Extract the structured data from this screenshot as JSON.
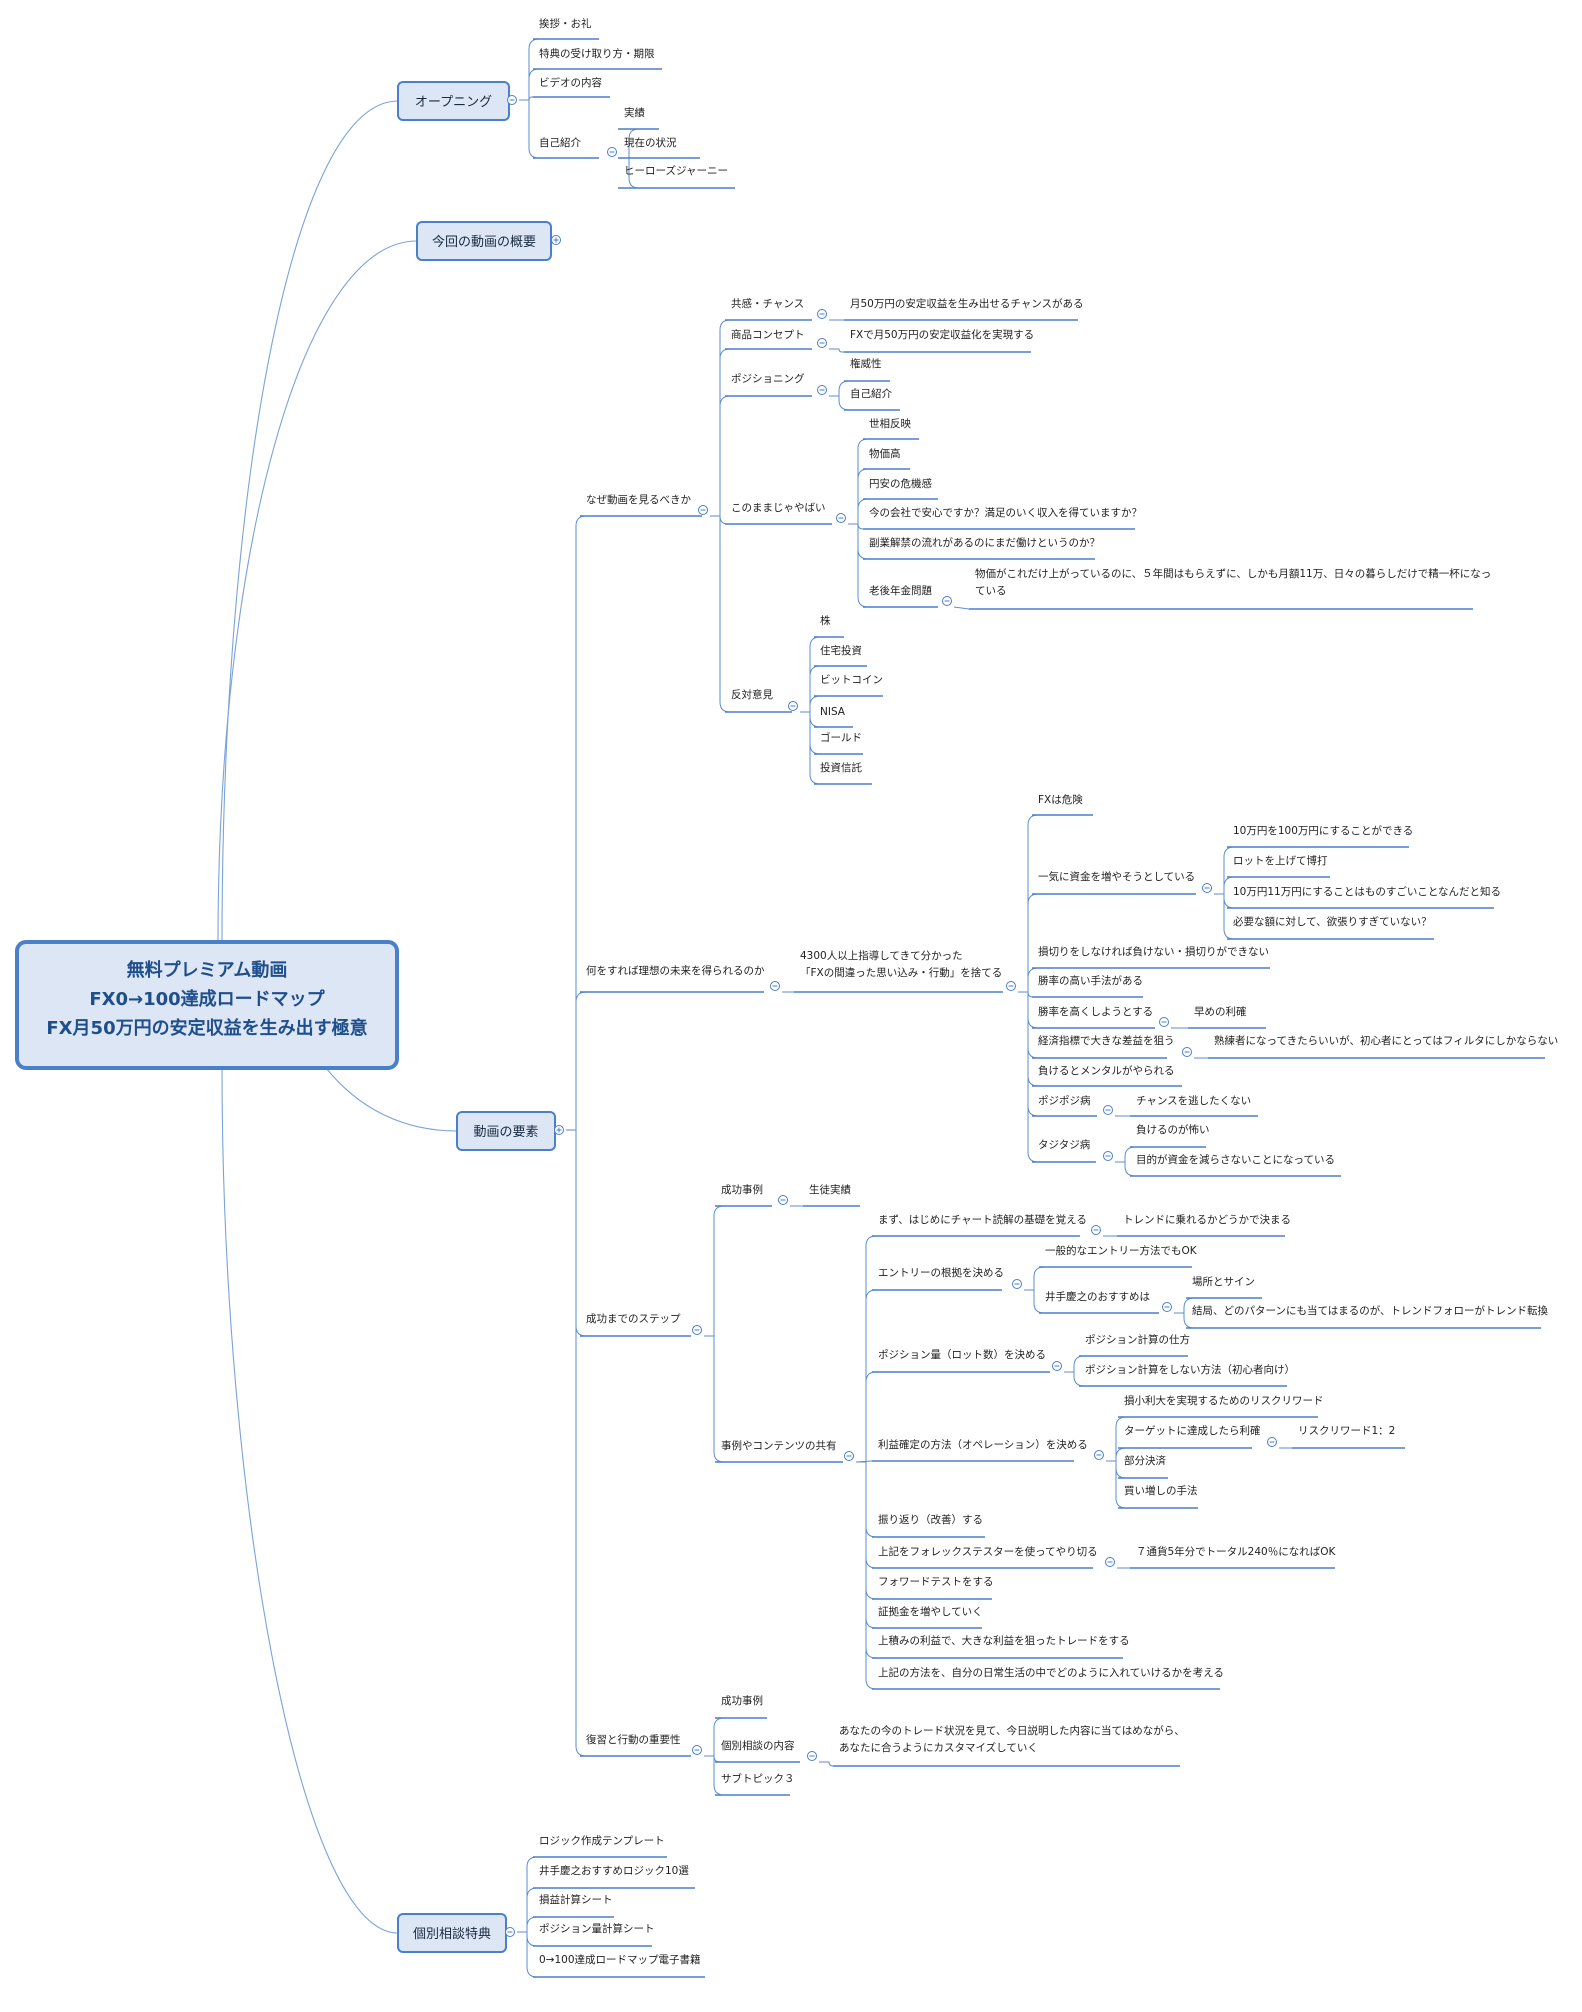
{
  "central": [
    "無料プレミアム動画",
    "FX0→100達成ロードマップ",
    "FX月50万円の安定収益を生み出す極意"
  ],
  "nodes": [
    {
      "id": "t1",
      "t": "オープニング",
      "topic": true
    },
    {
      "id": "t1a",
      "t": "挨拶・お礼"
    },
    {
      "id": "t1b",
      "t": "特典の受け取り方・期限"
    },
    {
      "id": "t1c",
      "t": "ビデオの内容"
    },
    {
      "id": "t1d",
      "t": "自己紹介"
    },
    {
      "id": "t1d1",
      "t": "実績"
    },
    {
      "id": "t1d2",
      "t": "現在の状況"
    },
    {
      "id": "t1d3",
      "t": "ヒーローズジャーニー"
    },
    {
      "id": "t2",
      "t": "今回の動画の概要",
      "topic": true
    },
    {
      "id": "t3",
      "t": "動画の要素",
      "topic": true
    },
    {
      "id": "s1",
      "t": "なぜ動画を見るべきか"
    },
    {
      "id": "s1a",
      "t": "共感・チャンス"
    },
    {
      "id": "s1a1",
      "t": "月50万円の安定収益を生み出せるチャンスがある"
    },
    {
      "id": "s1b",
      "t": "商品コンセプト"
    },
    {
      "id": "s1b1",
      "t": "FXで月50万円の安定収益化を実現する"
    },
    {
      "id": "s1c",
      "t": "ポジショニング"
    },
    {
      "id": "s1c1",
      "t": "権威性"
    },
    {
      "id": "s1c2",
      "t": "自己紹介"
    },
    {
      "id": "s1d",
      "t": "このままじゃやばい"
    },
    {
      "id": "s1d1",
      "t": "世相反映"
    },
    {
      "id": "s1d2",
      "t": "物価高"
    },
    {
      "id": "s1d3",
      "t": "円安の危機感"
    },
    {
      "id": "s1d4",
      "t": "今の会社で安心ですか？満足のいく収入を得ていますか？"
    },
    {
      "id": "s1d5",
      "t": "副業解禁の流れがあるのにまだ働けというのか？"
    },
    {
      "id": "s1d6",
      "t": "老後年金問題"
    },
    {
      "id": "s1d6a",
      "t": "物価がこれだけ上がっているのに、５年間はもらえずに、しかも月額11万、日々の暮らしだけで精一杯になっている"
    },
    {
      "id": "s1e",
      "t": "反対意見"
    },
    {
      "id": "s1e1",
      "t": "株"
    },
    {
      "id": "s1e2",
      "t": "住宅投資"
    },
    {
      "id": "s1e3",
      "t": "ビットコイン"
    },
    {
      "id": "s1e4",
      "t": "NISA"
    },
    {
      "id": "s1e5",
      "t": "ゴールド"
    },
    {
      "id": "s1e6",
      "t": "投資信託"
    },
    {
      "id": "s2",
      "t": "何をすれば理想の未来を得られるのか"
    },
    {
      "id": "s2a",
      "t": "4300人以上指導してきて分かった「FXの間違った思い込み・行動」を捨てる"
    },
    {
      "id": "m1",
      "t": "FXは危険"
    },
    {
      "id": "m2",
      "t": "一気に資金を増やそうとしている"
    },
    {
      "id": "m2a",
      "t": "10万円を100万円にすることができる"
    },
    {
      "id": "m2b",
      "t": "ロットを上げて博打"
    },
    {
      "id": "m2c",
      "t": "10万円11万円にすることはものすごいことなんだと知る"
    },
    {
      "id": "m2d",
      "t": "必要な額に対して、欲張りすぎていない？"
    },
    {
      "id": "m3",
      "t": "損切りをしなければ負けない・損切りができない"
    },
    {
      "id": "m4",
      "t": "勝率の高い手法がある"
    },
    {
      "id": "m5",
      "t": "勝率を高くしようとする"
    },
    {
      "id": "m5a",
      "t": "早めの利確"
    },
    {
      "id": "m6",
      "t": "経済指標で大きな差益を狙う"
    },
    {
      "id": "m6a",
      "t": "熟練者になってきたらいいが、初心者にとってはフィルタにしかならない"
    },
    {
      "id": "m7",
      "t": "負けるとメンタルがやられる"
    },
    {
      "id": "m8",
      "t": "ポジポジ病"
    },
    {
      "id": "m8a",
      "t": "チャンスを逃したくない"
    },
    {
      "id": "m9",
      "t": "タジタジ病"
    },
    {
      "id": "m9a",
      "t": "負けるのが怖い"
    },
    {
      "id": "m9b",
      "t": "目的が資金を減らさないことになっている"
    },
    {
      "id": "s3",
      "t": "成功までのステップ"
    },
    {
      "id": "s3a",
      "t": "成功事例"
    },
    {
      "id": "s3a1",
      "t": "生徒実績"
    },
    {
      "id": "s3b",
      "t": "事例やコンテンツの共有"
    },
    {
      "id": "p1",
      "t": "まず、はじめにチャート読解の基礎を覚える"
    },
    {
      "id": "p1a",
      "t": "トレンドに乗れるかどうかで決まる"
    },
    {
      "id": "p2",
      "t": "エントリーの根拠を決める"
    },
    {
      "id": "p2a",
      "t": "一般的なエントリー方法でもOK"
    },
    {
      "id": "p2b",
      "t": "井手慶之のおすすめは"
    },
    {
      "id": "p2b1",
      "t": "場所とサイン"
    },
    {
      "id": "p2b2",
      "t": "結局、どのパターンにも当てはまるのが、トレンドフォローがトレンド転換"
    },
    {
      "id": "p3",
      "t": "ポジション量（ロット数）を決める"
    },
    {
      "id": "p3a",
      "t": "ポジション計算の仕方"
    },
    {
      "id": "p3b",
      "t": "ポジション計算をしない方法（初心者向け）"
    },
    {
      "id": "p4",
      "t": "利益確定の方法（オペレーション）を決める"
    },
    {
      "id": "p4a",
      "t": "損小利大を実現するためのリスクリワード"
    },
    {
      "id": "p4b",
      "t": "ターゲットに達成したら利確"
    },
    {
      "id": "p4b1",
      "t": "リスクリワード1：2"
    },
    {
      "id": "p4c",
      "t": "部分決済"
    },
    {
      "id": "p4d",
      "t": "買い増しの手法"
    },
    {
      "id": "p5",
      "t": "振り返り（改善）する"
    },
    {
      "id": "p6",
      "t": "上記をフォレックステスターを使ってやり切る"
    },
    {
      "id": "p6a",
      "t": "７通貨5年分でトータル240％になればOK"
    },
    {
      "id": "p7",
      "t": "フォワードテストをする"
    },
    {
      "id": "p8",
      "t": "証拠金を増やしていく"
    },
    {
      "id": "p9",
      "t": "上積みの利益で、大きな利益を狙ったトレードをする"
    },
    {
      "id": "p10",
      "t": "上記の方法を、自分の日常生活の中でどのように入れていけるかを考える"
    },
    {
      "id": "s4",
      "t": "復習と行動の重要性"
    },
    {
      "id": "s4a",
      "t": "成功事例"
    },
    {
      "id": "s4b",
      "t": "個別相談の内容"
    },
    {
      "id": "s4b1",
      "t": "あなたの今のトレード状況を見て、今日説明した内容に当てはめながら、あなたに合うようにカスタマイズしていく"
    },
    {
      "id": "s4c",
      "t": "サブトピック３"
    },
    {
      "id": "t4",
      "t": "個別相談特典",
      "topic": true
    },
    {
      "id": "t4a",
      "t": "ロジック作成テンプレート"
    },
    {
      "id": "t4b",
      "t": "井手慶之おすすめロジック10選"
    },
    {
      "id": "t4c",
      "t": "損益計算シート"
    },
    {
      "id": "t4d",
      "t": "ポジション量計算シート"
    },
    {
      "id": "t4e",
      "t": "0→100達成ロードマップ電子書籍"
    }
  ],
  "edges": [
    [
      "t1",
      "t1a"
    ],
    [
      "t1",
      "t1b"
    ],
    [
      "t1",
      "t1c"
    ],
    [
      "t1",
      "t1d"
    ],
    [
      "t1d",
      "t1d1"
    ],
    [
      "t1d",
      "t1d2"
    ],
    [
      "t1d",
      "t1d3"
    ],
    [
      "t3",
      "s1"
    ],
    [
      "t3",
      "s2"
    ],
    [
      "t3",
      "s3"
    ],
    [
      "t3",
      "s4"
    ],
    [
      "s1",
      "s1a"
    ],
    [
      "s1",
      "s1b"
    ],
    [
      "s1",
      "s1c"
    ],
    [
      "s1",
      "s1d"
    ],
    [
      "s1",
      "s1e"
    ],
    [
      "s1a",
      "s1a1"
    ],
    [
      "s1b",
      "s1b1"
    ],
    [
      "s1c",
      "s1c1"
    ],
    [
      "s1c",
      "s1c2"
    ],
    [
      "s1d",
      "s1d1"
    ],
    [
      "s1d",
      "s1d2"
    ],
    [
      "s1d",
      "s1d3"
    ],
    [
      "s1d",
      "s1d4"
    ],
    [
      "s1d",
      "s1d5"
    ],
    [
      "s1d",
      "s1d6"
    ],
    [
      "s1d6",
      "s1d6a"
    ],
    [
      "s1e",
      "s1e1"
    ],
    [
      "s1e",
      "s1e2"
    ],
    [
      "s1e",
      "s1e3"
    ],
    [
      "s1e",
      "s1e4"
    ],
    [
      "s1e",
      "s1e5"
    ],
    [
      "s1e",
      "s1e6"
    ],
    [
      "s2",
      "s2a"
    ],
    [
      "s2a",
      "m1"
    ],
    [
      "s2a",
      "m2"
    ],
    [
      "s2a",
      "m3"
    ],
    [
      "s2a",
      "m4"
    ],
    [
      "s2a",
      "m5"
    ],
    [
      "s2a",
      "m6"
    ],
    [
      "s2a",
      "m7"
    ],
    [
      "s2a",
      "m8"
    ],
    [
      "s2a",
      "m9"
    ],
    [
      "m2",
      "m2a"
    ],
    [
      "m2",
      "m2b"
    ],
    [
      "m2",
      "m2c"
    ],
    [
      "m2",
      "m2d"
    ],
    [
      "m5",
      "m5a"
    ],
    [
      "m6",
      "m6a"
    ],
    [
      "m8",
      "m8a"
    ],
    [
      "m9",
      "m9a"
    ],
    [
      "m9",
      "m9b"
    ],
    [
      "s3",
      "s3a"
    ],
    [
      "s3",
      "s3b"
    ],
    [
      "s3a",
      "s3a1"
    ],
    [
      "s3b",
      "p1"
    ],
    [
      "s3b",
      "p2"
    ],
    [
      "s3b",
      "p3"
    ],
    [
      "s3b",
      "p4"
    ],
    [
      "s3b",
      "p5"
    ],
    [
      "s3b",
      "p6"
    ],
    [
      "s3b",
      "p7"
    ],
    [
      "s3b",
      "p8"
    ],
    [
      "s3b",
      "p9"
    ],
    [
      "s3b",
      "p10"
    ],
    [
      "p1",
      "p1a"
    ],
    [
      "p2",
      "p2a"
    ],
    [
      "p2",
      "p2b"
    ],
    [
      "p2b",
      "p2b1"
    ],
    [
      "p2b",
      "p2b2"
    ],
    [
      "p3",
      "p3a"
    ],
    [
      "p3",
      "p3b"
    ],
    [
      "p4",
      "p4a"
    ],
    [
      "p4",
      "p4b"
    ],
    [
      "p4",
      "p4c"
    ],
    [
      "p4",
      "p4d"
    ],
    [
      "p4b",
      "p4b1"
    ],
    [
      "p6",
      "p6a"
    ],
    [
      "s4",
      "s4a"
    ],
    [
      "s4",
      "s4b"
    ],
    [
      "s4",
      "s4c"
    ],
    [
      "s4b",
      "s4b1"
    ],
    [
      "t4",
      "t4a"
    ],
    [
      "t4",
      "t4b"
    ],
    [
      "t4",
      "t4c"
    ],
    [
      "t4",
      "t4d"
    ],
    [
      "t4",
      "t4e"
    ]
  ],
  "colors": {
    "topic_fill": "#dce6f4",
    "topic_stroke": "#4a7fc9",
    "central_fill": "#dce6f4",
    "central_stroke": "#4a7fc9",
    "central_text": "#1f4e8c",
    "line": "#5b8ed0",
    "text": "#1f1f1f"
  }
}
